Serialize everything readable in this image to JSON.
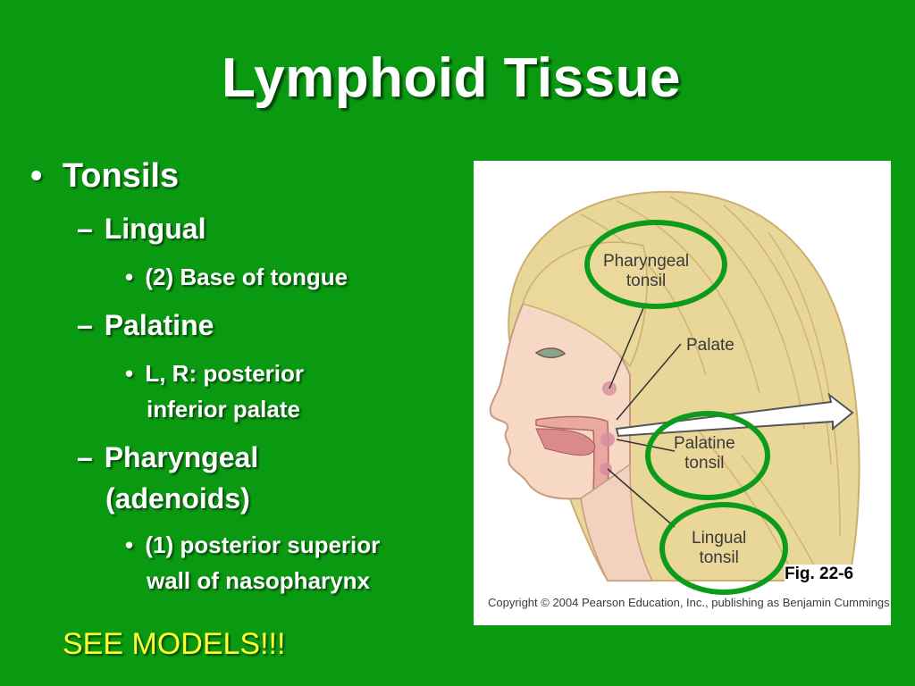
{
  "title": "Lymphoid Tissue",
  "bullets": {
    "tonsils": "Tonsils",
    "lingual": "Lingual",
    "lingual_detail": "(2) Base of tongue",
    "palatine": "Palatine",
    "palatine_detail_1": "L, R:  posterior",
    "palatine_detail_2": "inferior palate",
    "pharyngeal_1": "Pharyngeal",
    "pharyngeal_2": "(adenoids)",
    "pharyngeal_detail_1": "(1) posterior superior",
    "pharyngeal_detail_2": "wall of nasopharynx"
  },
  "bullet_glyph": "•",
  "dash_glyph": "–",
  "see_models": "SEE MODELS!!!",
  "figure": {
    "pharyngeal_label_1": "Pharyngeal",
    "pharyngeal_label_2": "tonsil",
    "palate_label": "Palate",
    "palatine_label_1": "Palatine",
    "palatine_label_2": "tonsil",
    "lingual_label_1": "Lingual",
    "lingual_label_2": "tonsil",
    "fig_number": "Fig. 22-6",
    "copyright": "Copyright © 2004 Pearson Education, Inc., publishing as Benjamin Cummings"
  },
  "colors": {
    "background": "#0a9a12",
    "highlight_circle": "#0d9b1c",
    "see_models": "#ffff33"
  }
}
